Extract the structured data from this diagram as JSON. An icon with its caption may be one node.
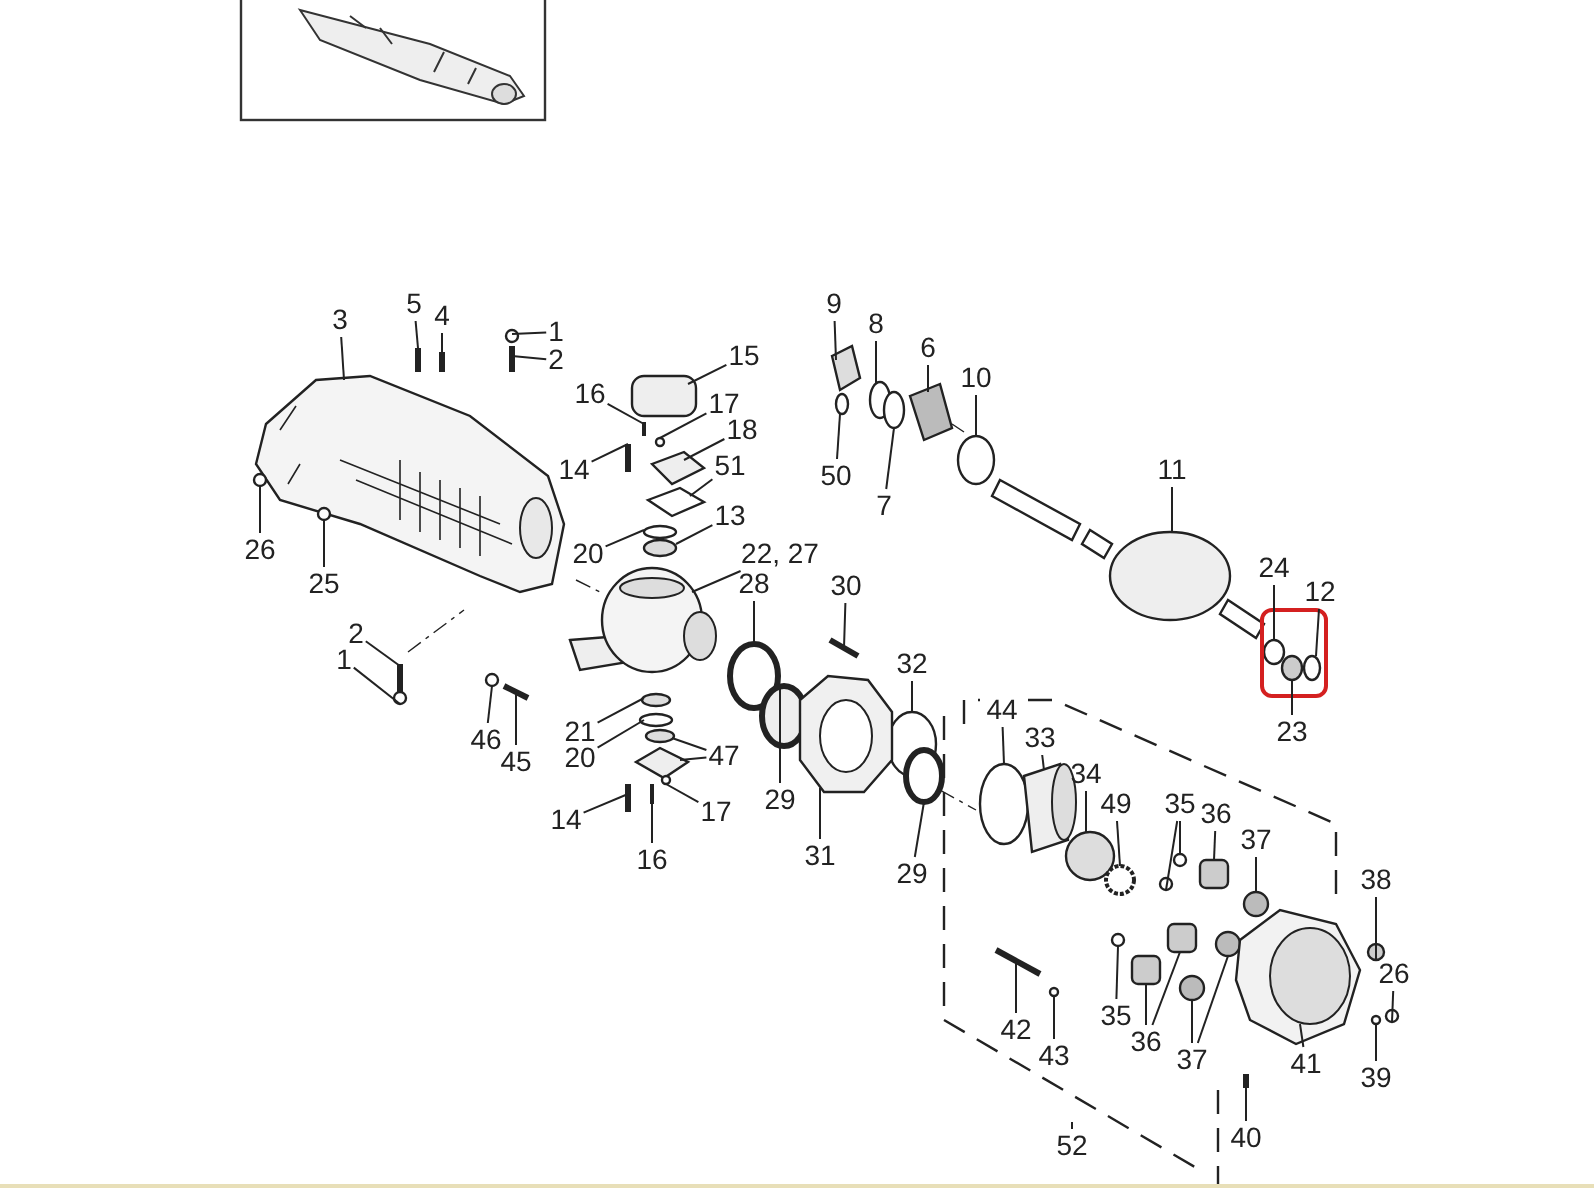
{
  "diagram": {
    "nodes": [
      {
        "text": [
          "9"
        ]
      },
      {
        "text": [
          "8"
        ]
      },
      {
        "text": [
          "3"
        ]
      },
      {
        "text": [
          "15"
        ]
      },
      {
        "text": [
          "5"
        ]
      },
      {
        "text": [
          "6"
        ]
      },
      {
        "text": [
          "4"
        ]
      },
      {
        "text": [
          "10"
        ]
      },
      {
        "text": [
          "16"
        ]
      },
      {
        "text": [
          "17"
        ]
      },
      {
        "text": [
          "1"
        ]
      },
      {
        "text": [
          "18"
        ]
      },
      {
        "text": [
          "2"
        ]
      },
      {
        "text": [
          "14"
        ]
      },
      {
        "text": [
          "11"
        ]
      },
      {
        "text": [
          "51"
        ]
      },
      {
        "text": [
          "50"
        ]
      },
      {
        "text": [
          "7"
        ]
      },
      {
        "text": [
          "13"
        ]
      },
      {
        "text": [
          "26"
        ]
      },
      {
        "text": [
          "20"
        ]
      },
      {
        "text": [
          "22, 27"
        ]
      },
      {
        "text": [
          "24"
        ]
      },
      {
        "text": [
          "28"
        ]
      },
      {
        "text": [
          "25"
        ]
      },
      {
        "text": [
          "30"
        ]
      },
      {
        "text": [
          "12"
        ]
      },
      {
        "text": [
          "2"
        ]
      },
      {
        "text": [
          "1"
        ]
      },
      {
        "text": [
          "32"
        ]
      },
      {
        "text": [
          "44"
        ]
      },
      {
        "text": [
          "21"
        ]
      },
      {
        "text": [
          "23"
        ]
      },
      {
        "text": [
          "33"
        ]
      },
      {
        "text": [
          "46"
        ]
      },
      {
        "text": [
          "20"
        ]
      },
      {
        "text": [
          "47"
        ]
      },
      {
        "text": [
          "45"
        ]
      },
      {
        "text": [
          "34"
        ]
      },
      {
        "text": [
          "29"
        ]
      },
      {
        "text": [
          "49"
        ]
      },
      {
        "text": [
          "35"
        ]
      },
      {
        "text": [
          "36"
        ]
      },
      {
        "text": [
          "14"
        ]
      },
      {
        "text": [
          "17"
        ]
      },
      {
        "text": [
          "37"
        ]
      },
      {
        "text": [
          "31"
        ]
      },
      {
        "text": [
          "16"
        ]
      },
      {
        "text": [
          "29"
        ]
      },
      {
        "text": [
          "38"
        ]
      },
      {
        "text": [
          "26"
        ]
      },
      {
        "text": [
          "35"
        ]
      },
      {
        "text": [
          "42"
        ]
      },
      {
        "text": [
          "36"
        ]
      },
      {
        "text": [
          "43"
        ]
      },
      {
        "text": [
          "37"
        ]
      },
      {
        "text": [
          "41"
        ]
      },
      {
        "text": [
          "39"
        ]
      },
      {
        "text": [
          "40"
        ]
      },
      {
        "text": [
          "52"
        ]
      },
      {
        "text": [],
        "shape": "diamond"
      },
      {
        "text": [],
        "shape": "circle"
      },
      {
        "text": [],
        "shape": "picture"
      },
      {
        "text": [],
        "shape": "box"
      },
      {
        "text": [],
        "shape": "bar"
      },
      {
        "text": [],
        "shape": "diamond"
      },
      {
        "text": [],
        "shape": "bar"
      },
      {
        "text": [],
        "shape": "circle"
      },
      {
        "text": [],
        "shape": "bar"
      },
      {
        "text": [],
        "shape": "circle"
      },
      {
        "text": [],
        "shape": "circle"
      },
      {
        "text": [],
        "shape": "diamond"
      },
      {
        "text": [],
        "shape": "bar"
      },
      {
        "text": [],
        "shape": "bar"
      },
      {
        "text": [],
        "shape": "circle"
      },
      {
        "text": [],
        "shape": "diamond"
      },
      {
        "text": [],
        "shape": "circle"
      },
      {
        "text": [],
        "shape": "circle"
      },
      {
        "text": [],
        "shape": "circle"
      },
      {
        "text": [],
        "shape": "circle"
      },
      {
        "text": [],
        "shape": "circle"
      },
      {
        "text": [],
        "shape": "picture"
      },
      {
        "text": [],
        "shape": "circle"
      },
      {
        "text": [],
        "shape": "circle"
      },
      {
        "text": [],
        "shape": "circle"
      },
      {
        "text": [],
        "shape": "bar"
      },
      {
        "text": [],
        "shape": "circle"
      },
      {
        "text": [],
        "shape": "bar"
      },
      {
        "text": [],
        "shape": "circle"
      },
      {
        "text": [],
        "shape": "circle"
      },
      {
        "text": [],
        "shape": "circle"
      },
      {
        "text": [],
        "shape": "circle"
      },
      {
        "text": [],
        "shape": "circle"
      },
      {
        "text": [],
        "shape": "picture"
      },
      {
        "text": [],
        "shape": "circle"
      },
      {
        "text": [],
        "shape": "circle"
      },
      {
        "text": [],
        "shape": "circle"
      },
      {
        "text": [],
        "shape": "diamond"
      },
      {
        "text": [],
        "shape": "bar"
      },
      {
        "text": [],
        "shape": "circle"
      },
      {
        "text": [],
        "shape": "circle"
      },
      {
        "text": [],
        "shape": "circle"
      },
      {
        "text": [],
        "shape": "circle"
      },
      {
        "text": [],
        "shape": "circle"
      },
      {
        "text": [],
        "shape": "box"
      },
      {
        "text": [],
        "shape": "bar"
      },
      {
        "text": [],
        "shape": "circle"
      },
      {
        "text": [],
        "shape": "circle"
      },
      {
        "text": [],
        "shape": "picture"
      },
      {
        "text": [],
        "shape": "bar"
      },
      {
        "text": [],
        "shape": "circle"
      },
      {
        "text": [],
        "shape": "circle"
      },
      {
        "text": [],
        "shape": "circle"
      },
      {
        "text": [],
        "shape": "circle"
      },
      {
        "text": [],
        "shape": "bar"
      },
      {
        "text": [],
        "shape": "box"
      },
      {
        "text": [],
        "shape": "box"
      },
      {
        "text": [],
        "shape": "circle"
      },
      {
        "text": [],
        "shape": "circle"
      },
      {
        "text": [],
        "shape": "circle"
      },
      {
        "text": [],
        "shape": "picture"
      },
      {
        "text": [],
        "shape": "circle"
      },
      {
        "text": [],
        "shape": "bar"
      }
    ],
    "edges": [
      {
        "from": 0,
        "to": 60,
        "arrow": "none"
      },
      {
        "from": 1,
        "to": 61,
        "arrow": "none"
      },
      {
        "from": 2,
        "to": 62,
        "arrow": "none"
      },
      {
        "from": 3,
        "to": 63,
        "arrow": "none"
      },
      {
        "from": 4,
        "to": 64,
        "arrow": "none"
      },
      {
        "from": 5,
        "to": 65,
        "arrow": "none"
      },
      {
        "from": 6,
        "to": 66,
        "arrow": "none"
      },
      {
        "from": 7,
        "to": 67,
        "arrow": "none"
      },
      {
        "from": 8,
        "to": 68,
        "arrow": "none"
      },
      {
        "from": 9,
        "to": 69,
        "arrow": "none"
      },
      {
        "from": 10,
        "to": 70,
        "arrow": "none"
      },
      {
        "from": 11,
        "to": 71,
        "arrow": "none"
      },
      {
        "from": 12,
        "to": 72,
        "arrow": "none"
      },
      {
        "from": 13,
        "to": 73,
        "arrow": "none"
      },
      {
        "from": 14,
        "to": 74,
        "arrow": "none"
      },
      {
        "from": 15,
        "to": 75,
        "arrow": "none"
      },
      {
        "from": 16,
        "to": 76,
        "arrow": "none"
      },
      {
        "from": 17,
        "to": 77,
        "arrow": "none"
      },
      {
        "from": 18,
        "to": 78,
        "arrow": "none"
      },
      {
        "from": 19,
        "to": 79,
        "arrow": "none"
      },
      {
        "from": 20,
        "to": 80,
        "arrow": "none"
      },
      {
        "from": 21,
        "to": 81,
        "arrow": "none"
      },
      {
        "from": 22,
        "to": 82,
        "arrow": "none"
      },
      {
        "from": 23,
        "to": 83,
        "arrow": "none"
      },
      {
        "from": 24,
        "to": 84,
        "arrow": "none"
      },
      {
        "from": 25,
        "to": 85,
        "arrow": "none"
      },
      {
        "from": 26,
        "to": 86,
        "arrow": "none"
      },
      {
        "from": 27,
        "to": 87,
        "arrow": "none"
      },
      {
        "from": 28,
        "to": 88,
        "arrow": "none"
      },
      {
        "from": 29,
        "to": 89,
        "arrow": "none"
      },
      {
        "from": 30,
        "to": 90,
        "arrow": "none"
      },
      {
        "from": 31,
        "to": 91,
        "arrow": "none"
      },
      {
        "from": 32,
        "to": 92,
        "arrow": "none"
      },
      {
        "from": 33,
        "to": 93,
        "arrow": "none"
      },
      {
        "from": 34,
        "to": 94,
        "arrow": "none"
      },
      {
        "from": 35,
        "to": 95,
        "arrow": "none"
      },
      {
        "from": 36,
        "to": 96,
        "arrow": "none"
      },
      {
        "from": 36,
        "to": 97,
        "arrow": "none"
      },
      {
        "from": 37,
        "to": 98,
        "arrow": "none"
      },
      {
        "from": 38,
        "to": 99,
        "arrow": "none"
      },
      {
        "from": 39,
        "to": 100,
        "arrow": "none"
      },
      {
        "from": 40,
        "to": 101,
        "arrow": "none"
      },
      {
        "from": 41,
        "to": 102,
        "arrow": "none"
      },
      {
        "from": 41,
        "to": 103,
        "arrow": "none"
      },
      {
        "from": 42,
        "to": 104,
        "arrow": "none"
      },
      {
        "from": 43,
        "to": 105,
        "arrow": "none"
      },
      {
        "from": 44,
        "to": 106,
        "arrow": "none"
      },
      {
        "from": 45,
        "to": 107,
        "arrow": "none"
      },
      {
        "from": 46,
        "to": 108,
        "arrow": "none"
      },
      {
        "from": 47,
        "to": 109,
        "arrow": "none"
      },
      {
        "from": 48,
        "to": 110,
        "arrow": "none"
      },
      {
        "from": 49,
        "to": 111,
        "arrow": "none"
      },
      {
        "from": 50,
        "to": 112,
        "arrow": "none"
      },
      {
        "from": 51,
        "to": 113,
        "arrow": "none"
      },
      {
        "from": 52,
        "to": 114,
        "arrow": "none"
      },
      {
        "from": 53,
        "to": 115,
        "arrow": "none"
      },
      {
        "from": 53,
        "to": 116,
        "arrow": "none"
      },
      {
        "from": 54,
        "to": 117,
        "arrow": "none"
      },
      {
        "from": 55,
        "to": 118,
        "arrow": "none"
      },
      {
        "from": 55,
        "to": 119,
        "arrow": "none"
      },
      {
        "from": 56,
        "to": 120,
        "arrow": "none"
      },
      {
        "from": 57,
        "to": 121,
        "arrow": "none"
      },
      {
        "from": 58,
        "to": 122,
        "arrow": "none"
      },
      {
        "from": 59,
        "to": null,
        "arrow": "none"
      }
    ]
  }
}
